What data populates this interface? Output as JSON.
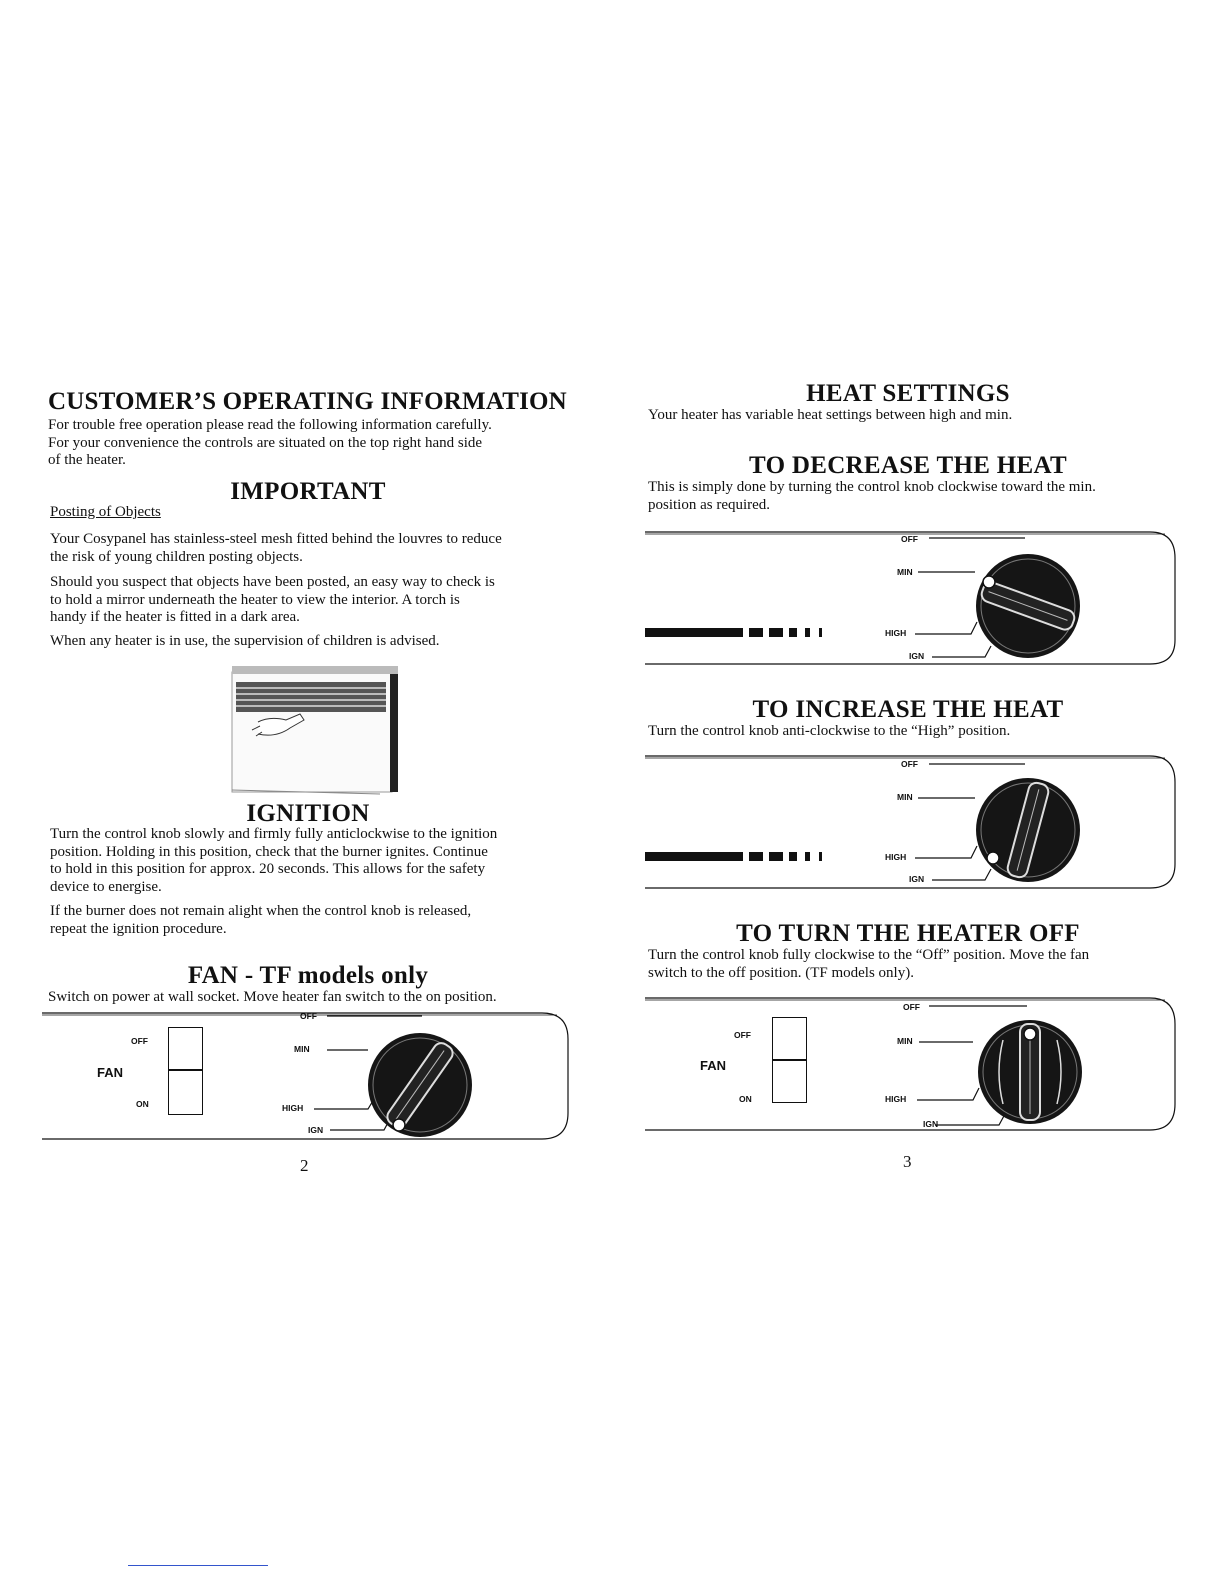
{
  "left_page": {
    "title": "CUSTOMER’S OPERATING INFORMATION",
    "intro": [
      "For trouble free operation please read the following information carefully.",
      "For your convenience the controls are situated on the top right hand side",
      "of the heater."
    ],
    "important_heading": "IMPORTANT",
    "posting_subheading": "Posting of Objects",
    "para1": [
      "Your Cosypanel has stainless-steel mesh fitted behind the louvres to reduce",
      "the risk of young children posting objects."
    ],
    "para2": [
      "Should you suspect that objects have been posted, an easy way to check is",
      "to hold a mirror underneath the heater to view the interior. A torch is",
      "handy if the heater is fitted in a dark area."
    ],
    "para3": "When any heater is in use, the supervision of children is advised.",
    "ignition_heading": "IGNITION",
    "ignition_para1": [
      "Turn the control knob slowly and firmly fully anticlockwise to the ignition",
      "position. Holding in this position, check that the burner ignites. Continue",
      "to hold in this position for approx. 20 seconds. This allows for the safety",
      "device to energise."
    ],
    "ignition_para2": [
      "If the burner does not remain alight when the control knob is released,",
      "repeat the ignition procedure."
    ],
    "fan_heading": "FAN - TF models only",
    "fan_text": "Switch on power at wall socket. Move heater fan switch to the on position.",
    "page_number": "2"
  },
  "right_page": {
    "heat_settings_heading": "HEAT SETTINGS",
    "heat_settings_text": "Your heater has variable heat settings between high and min.",
    "decrease_heading": "TO DECREASE THE HEAT",
    "decrease_text": [
      "This is simply done by turning the control knob clockwise toward the min.",
      "position as required."
    ],
    "increase_heading": "TO INCREASE THE HEAT",
    "increase_text": "Turn the control knob anti-clockwise to the “High” position.",
    "off_heading": "TO TURN THE HEATER OFF",
    "off_text": [
      "Turn the control knob fully clockwise to the “Off” position. Move the fan",
      "switch to the off position. (TF models only)."
    ],
    "page_number": "3"
  },
  "knob_labels": {
    "off": "OFF",
    "min": "MIN",
    "high": "HIGH",
    "ign": "IGN"
  },
  "fan_switch": {
    "label": "FAN",
    "off": "OFF",
    "on": "ON"
  }
}
